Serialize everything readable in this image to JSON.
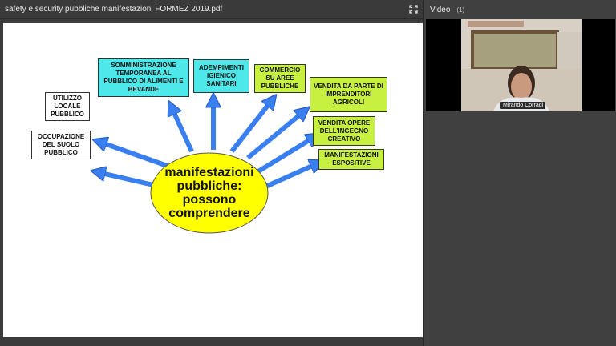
{
  "document": {
    "title": "safety e security pubbliche manifestazioni FORMEZ 2019.pdf"
  },
  "slide": {
    "center_text": "manifestazioni\npubbliche:\npossono\ncomprendere",
    "boxes": {
      "somministrazione": "SOMMINISTRAZIONE TEMPORANEA AL PUBBLICO DI ALIMENTI E BEVANDE",
      "adempimenti": "ADEMPIMENTI IGIENICO SANITARI",
      "commercio": "COMMERCIO SU AREE PUBBLICHE",
      "vendita_imprenditori": "VENDITA DA PARTE DI IMPRENDITORI AGRICOLI",
      "vendita_opere": "VENDITA OPERE DELL’INGEGNO CREATIVO",
      "manifestazioni_espositive": "MANIFESTAZIONI ESPOSITIVE",
      "utilizzo": "UTILIZZO LOCALE PUBBLICO",
      "occupazione": "OCCUPAZIONE DEL SUOLO PUBBLICO"
    },
    "colors": {
      "cyan": "#4ee8ea",
      "lime": "#c8f040",
      "ellipse": "#ffff00",
      "arrow": "#3a7ff0"
    }
  },
  "video": {
    "title": "Video",
    "count": "(1)",
    "participant_name": "Mirando Corradi"
  },
  "icons": {
    "expand": "expand-icon"
  }
}
